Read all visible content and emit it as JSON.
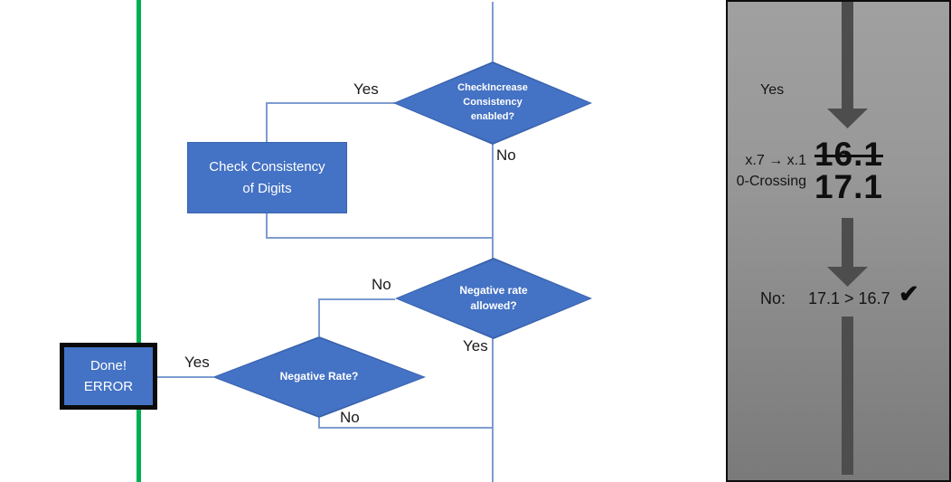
{
  "flowchart": {
    "diamond1": {
      "line1": "CheckIncrease",
      "line2": "Consistency",
      "line3": "enabled?"
    },
    "process_box": {
      "line1": "Check Consistency",
      "line2": "of Digits"
    },
    "diamond2": {
      "line1": "Negative rate",
      "line2": "allowed?"
    },
    "diamond3": {
      "line1": "Negative Rate?"
    },
    "done_box": {
      "line1": "Done!",
      "line2": "ERROR"
    },
    "labels": {
      "yes1": "Yes",
      "no1": "No",
      "no2": "No",
      "yes2": "Yes",
      "yes3": "Yes",
      "no3": "No"
    }
  },
  "panel": {
    "yes_label": "Yes",
    "annotation_line1": "x.7 → x.1",
    "annotation_line2": "0-Crossing",
    "old_value": "16.1",
    "new_value": "17.1",
    "no_label": "No:",
    "comparison": "17.1 > 16.7",
    "checkmark": "✔"
  },
  "colors": {
    "shape_blue": "#4472c4",
    "connector_blue": "#7e9cd1",
    "green_line": "#00b050",
    "arrow_gray": "#4d4d4d",
    "panel_gray_top": "#a0a0a0",
    "panel_gray_bottom": "#7a7a7a"
  }
}
